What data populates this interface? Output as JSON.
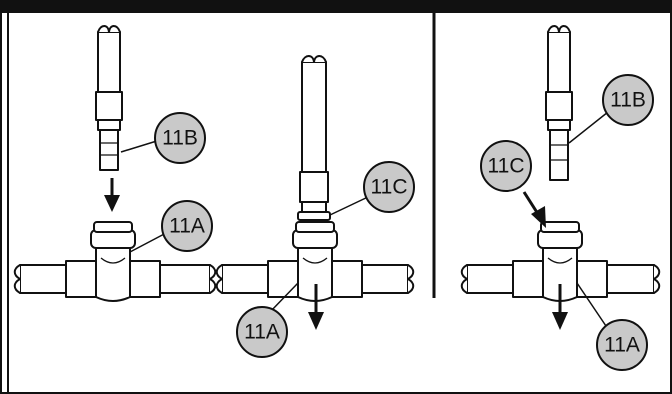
{
  "colors": {
    "callout_fill": "#c9c9c9",
    "outline": "#111111",
    "background": "#ffffff"
  },
  "callouts": {
    "panel1": {
      "upper": "11B",
      "lower": "11A"
    },
    "panel2": {
      "upper": "11C",
      "lower": "11A"
    },
    "panel3": {
      "upper": "11B",
      "middle": "11C",
      "lower": "11A"
    }
  }
}
